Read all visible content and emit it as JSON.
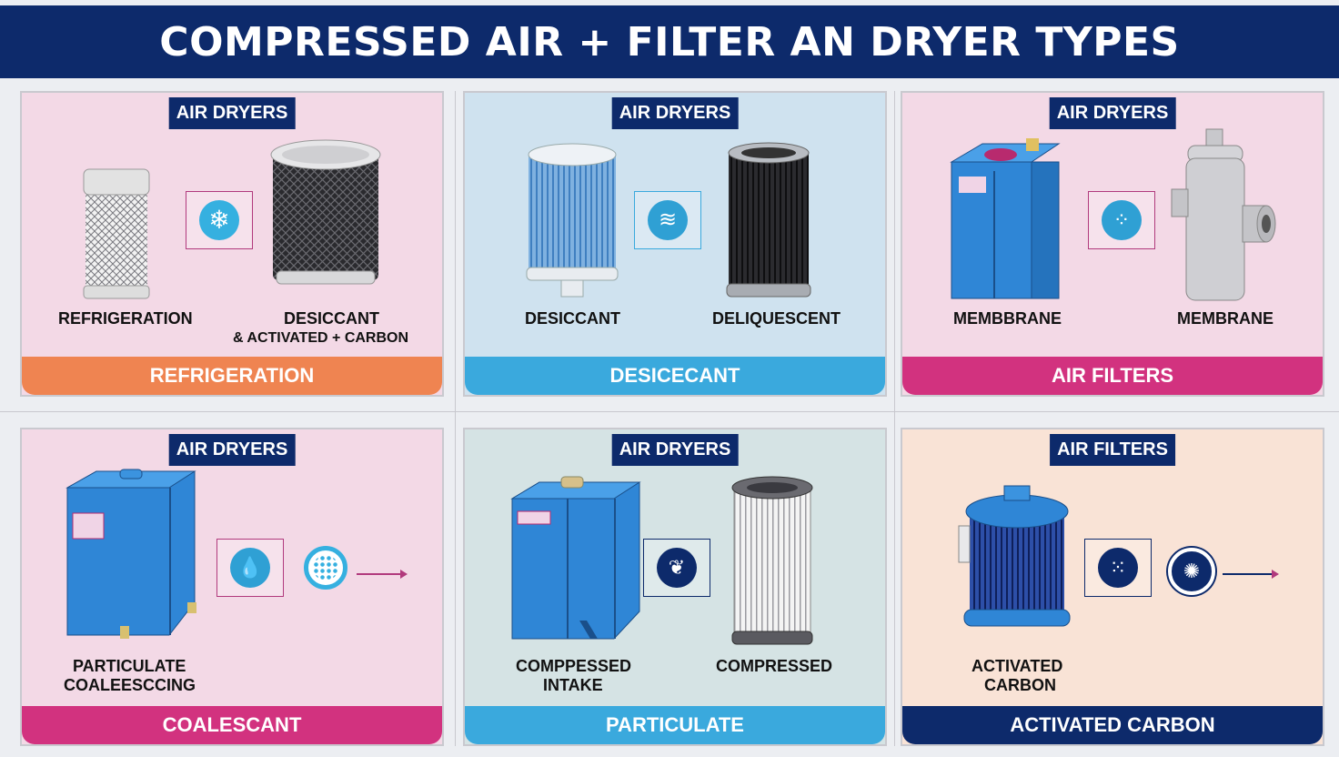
{
  "title": "COMPRESSED AIR + FILTER AN DRYER TYPES",
  "panels": [
    {
      "heading": "AIR DRYERS",
      "bg": "#f3d9e6",
      "accent": "#ef8451",
      "left_label": "REFRIGERATION",
      "right_label": "DESICCANT",
      "right_label_2": "& ACTIVATED + CARBON",
      "footer": "REFRIGERATION",
      "icon": "snowflake-icon"
    },
    {
      "heading": "AIR DRYERS",
      "bg": "#cfe2ef",
      "accent": "#3aa9dd",
      "left_label": "DESICCANT",
      "right_label": "DELIQUESCENT",
      "footer": "DESICECANT",
      "icon": "wave-icon"
    },
    {
      "heading": "AIR DRYERS",
      "bg": "#f3d9e6",
      "accent": "#d2327f",
      "left_label": "MEMBBRANE",
      "right_label": "MEMBRANE",
      "footer": "AIR FILTERS",
      "icon": "particles-icon"
    },
    {
      "heading": "AIR DRYERS",
      "bg": "#f3d9e6",
      "accent": "#d2327f",
      "left_label": "PARTICULATE",
      "left_label_2": "COALEESCCING",
      "footer": "COALESCANT",
      "icon": "droplet-icon"
    },
    {
      "heading": "AIR DRYERS",
      "bg": "#d5e3e4",
      "accent": "#3aa9dd",
      "left_label": "COMPPESSED",
      "left_label_2": "INTAKE",
      "right_label": "COMPRESSED",
      "footer": "PARTICULATE",
      "icon": "drops-icon"
    },
    {
      "heading": "AIR FILTERS",
      "bg": "#f9e3d6",
      "accent": "#0d2a6b",
      "left_label": "ACTIVATED",
      "left_label_2": "CARBON",
      "footer": "ACTIVATED CARBON",
      "icon": "dots-icon"
    }
  ]
}
